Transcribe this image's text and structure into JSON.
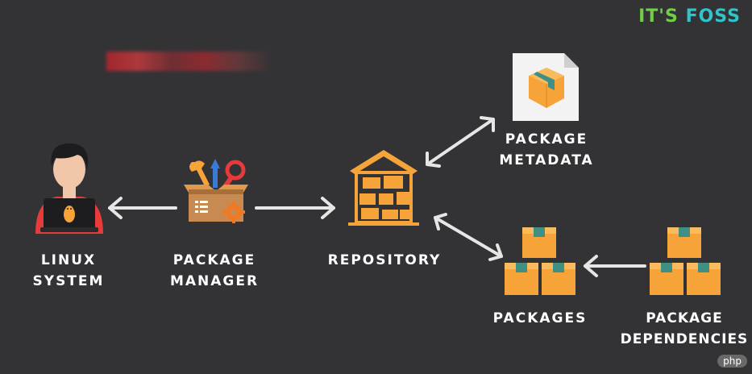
{
  "brand": {
    "part1": "IT'S",
    "part2": "FOSS"
  },
  "nodes": {
    "linux_system": {
      "line1": "LINUX",
      "line2": "SYSTEM"
    },
    "package_manager": {
      "line1": "PACKAGE",
      "line2": "MANAGER"
    },
    "repository": {
      "line1": "REPOSITORY"
    },
    "package_metadata": {
      "line1": "PACKAGE",
      "line2": "METADATA"
    },
    "packages": {
      "line1": "PACKAGES"
    },
    "package_dependencies": {
      "line1": "PACKAGE",
      "line2": "DEPENDENCIES"
    }
  },
  "watermark": "php",
  "icons": {
    "linux_system": "user-with-laptop-icon",
    "package_manager": "toolbox-icon",
    "repository": "warehouse-icon",
    "package_metadata": "document-icon",
    "packages": "boxes-icon",
    "package_dependencies": "boxes-icon"
  },
  "colors": {
    "background": "#333336",
    "box_orange": "#f6a33a",
    "box_tape": "#3f8f85",
    "arrow": "#e6e6e6",
    "accent_red": "#e63b3b"
  }
}
